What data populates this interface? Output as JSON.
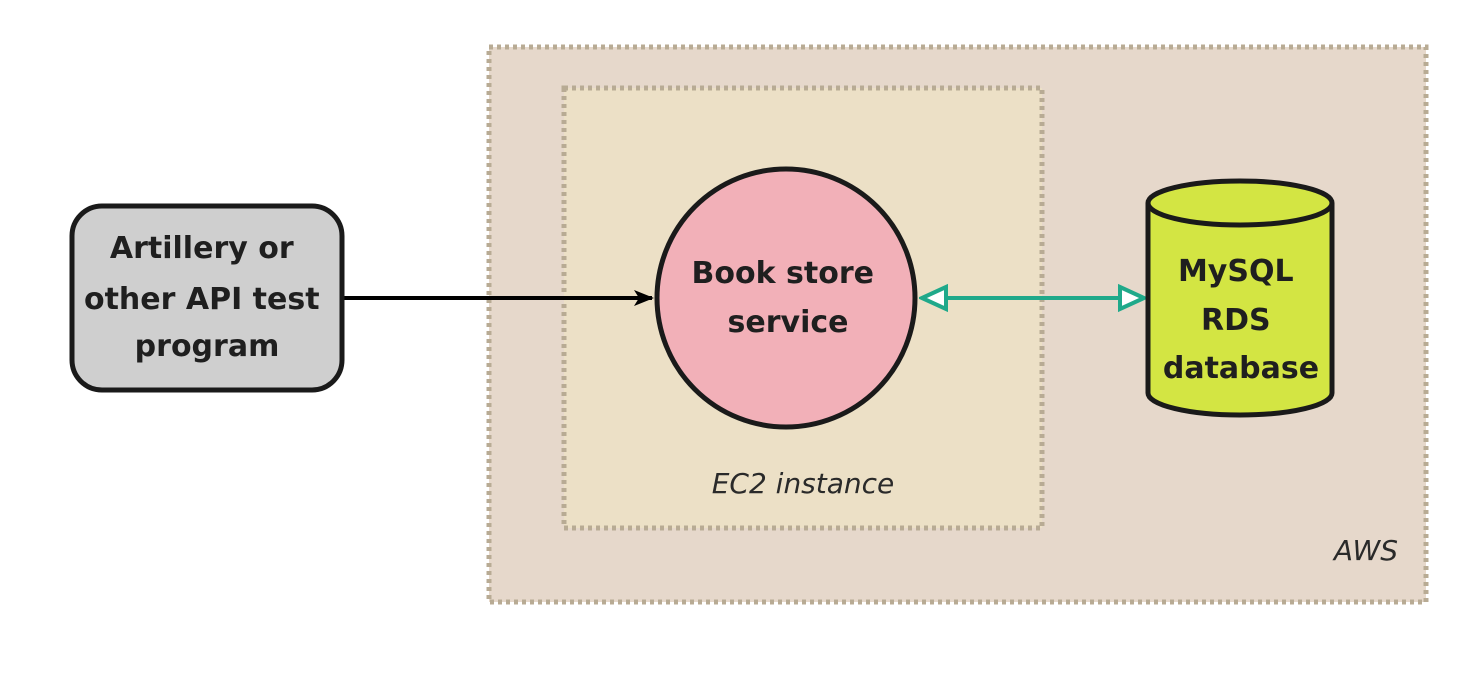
{
  "diagram": {
    "nodes": {
      "client": {
        "lines": [
          "Artillery or",
          "other API test",
          "program"
        ],
        "shape": "rounded-rectangle",
        "fill": "#cfcfcf"
      },
      "service": {
        "lines": [
          "Book store",
          "service"
        ],
        "shape": "circle",
        "fill": "#f2b0b8"
      },
      "database": {
        "lines": [
          "MySQL",
          "RDS",
          "database"
        ],
        "shape": "cylinder",
        "fill": "#d3e543"
      }
    },
    "containers": {
      "aws": {
        "label": "AWS",
        "fill": "#e6d8cb",
        "border": "#b8ab94"
      },
      "ec2": {
        "label": "EC2 instance",
        "fill": "#ece0c6",
        "border": "#b8ab94"
      }
    },
    "edges": [
      {
        "from": "client",
        "to": "service",
        "direction": "one-way",
        "color": "#000000"
      },
      {
        "from": "service",
        "to": "database",
        "direction": "two-way",
        "color": "#1fa98a"
      }
    ]
  }
}
